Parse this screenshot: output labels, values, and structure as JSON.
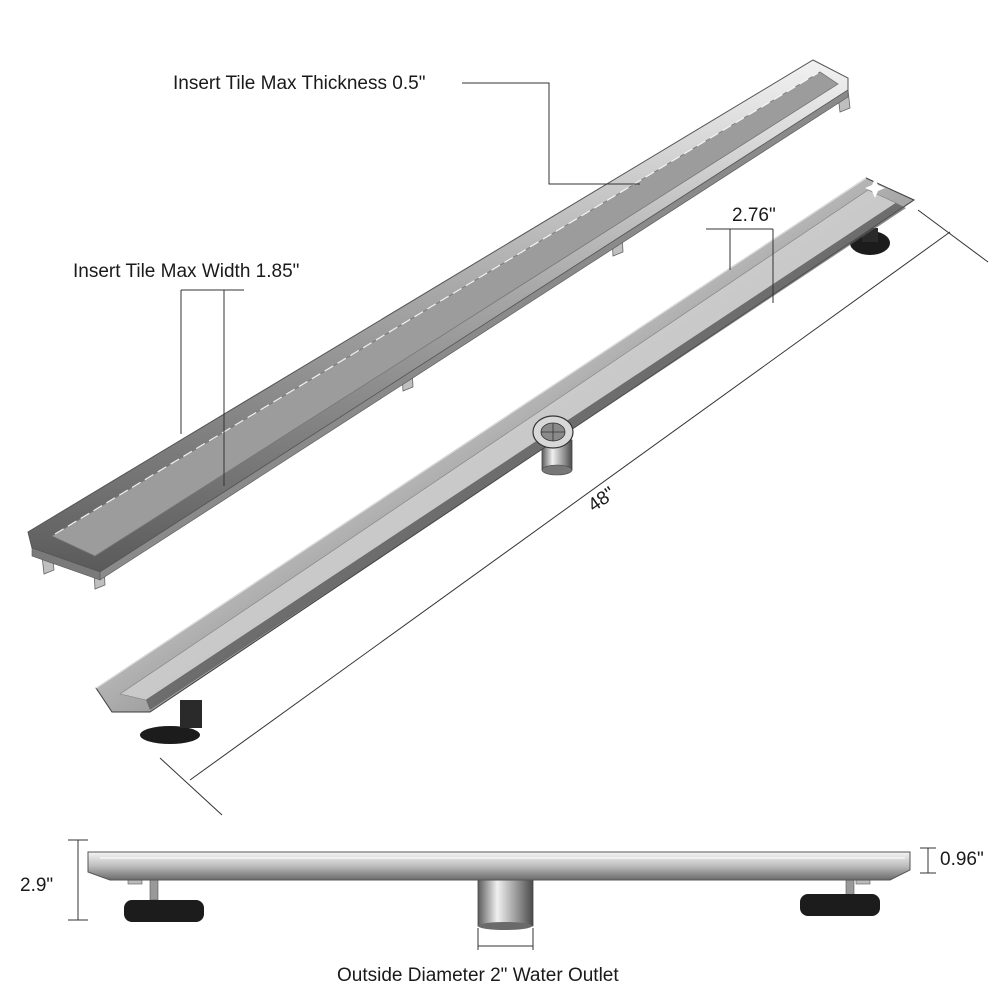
{
  "labels": {
    "tile_thickness": "Insert Tile Max Thickness 0.5\"",
    "tile_width": "Insert Tile Max Width 1.85\"",
    "channel_width": "2.76\"",
    "length": "48\"",
    "total_height": "2.9\"",
    "channel_depth": "0.96\"",
    "outlet": "Outside Diameter 2\" Water Outlet"
  },
  "colors": {
    "steel_light": "#e6e6e6",
    "steel_mid": "#a9a9a9",
    "steel_dark": "#5e5e5e",
    "tile_gray": "#9b9b9b",
    "foot_black": "#1c1c1c",
    "leader_line": "#333333"
  }
}
